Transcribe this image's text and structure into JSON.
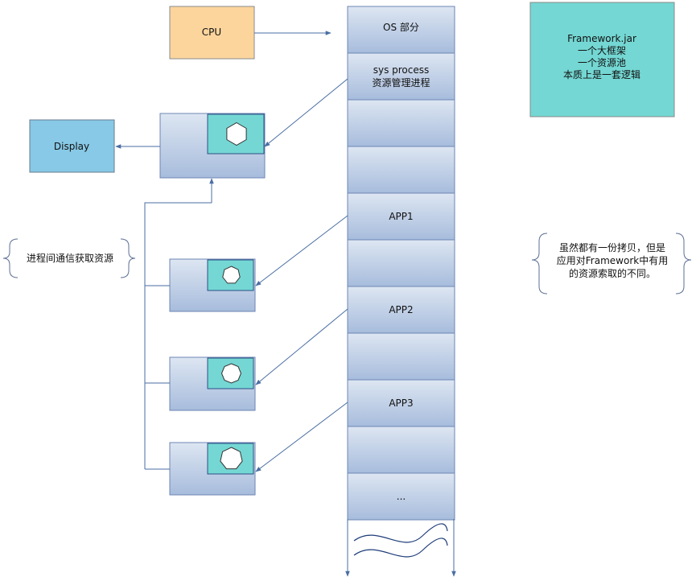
{
  "nodes": {
    "cpu": "CPU",
    "display": "Display",
    "framework_lines": [
      "Framework.jar",
      "一个大框架",
      "一个资源池",
      "本质上是一套逻辑"
    ]
  },
  "stack": {
    "cells": [
      [
        "OS 部分"
      ],
      [
        "sys  process",
        "资源管理进程"
      ],
      [
        ""
      ],
      [
        ""
      ],
      [
        "APP1"
      ],
      [
        ""
      ],
      [
        "APP2"
      ],
      [
        ""
      ],
      [
        "APP3"
      ],
      [
        ""
      ],
      [
        "..."
      ]
    ]
  },
  "annotations": {
    "ipc": "进程间通信获取资源",
    "copy_note": [
      "虽然都有一份拷贝，但是",
      "应用对Framework中有用",
      "的资源索取的不同。"
    ]
  },
  "colors": {
    "cpu_fill": "#fcd59d",
    "display_fill": "#87c9e6",
    "framework_fill": "#74d7d3",
    "cell_top": "#dde6f2",
    "cell_bottom": "#a7bcdc",
    "cell_stroke": "#6d86b4",
    "window_fill": "#74d7d3",
    "line": "#4a6ea3"
  }
}
